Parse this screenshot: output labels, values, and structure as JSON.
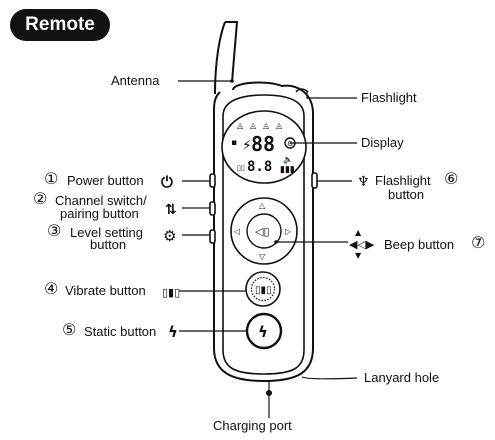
{
  "header": {
    "badge": "Remote"
  },
  "labels": {
    "antenna": "Antenna",
    "flashlight": "Flashlight",
    "display": "Display",
    "power_num": "①",
    "power": "Power button",
    "channel_num": "②",
    "channel_line1": "Channel switch/",
    "channel_line2": "pairing button",
    "level_num": "③",
    "level_line1": "Level setting",
    "level_line2": "button",
    "flashlight_btn_line1": "Flashlight",
    "flashlight_btn_num": "⑥",
    "flashlight_btn_line2": "button",
    "beep": "Beep button",
    "beep_num": "⑦",
    "vibrate_num": "④",
    "vibrate": "Vibrate button",
    "static_num": "⑤",
    "static": "Static button",
    "lanyard": "Lanyard hole",
    "charging": "Charging port"
  },
  "lcd": {
    "digits_top": "88",
    "digits_bottom": "8.8"
  },
  "icons": [
    "power-icon",
    "channel-switch-icon",
    "gear-icon",
    "flashlight-icon",
    "beep-arrows-icon",
    "vibrate-icon",
    "bolt-icon",
    "speaker-icon",
    "wave-icon"
  ]
}
